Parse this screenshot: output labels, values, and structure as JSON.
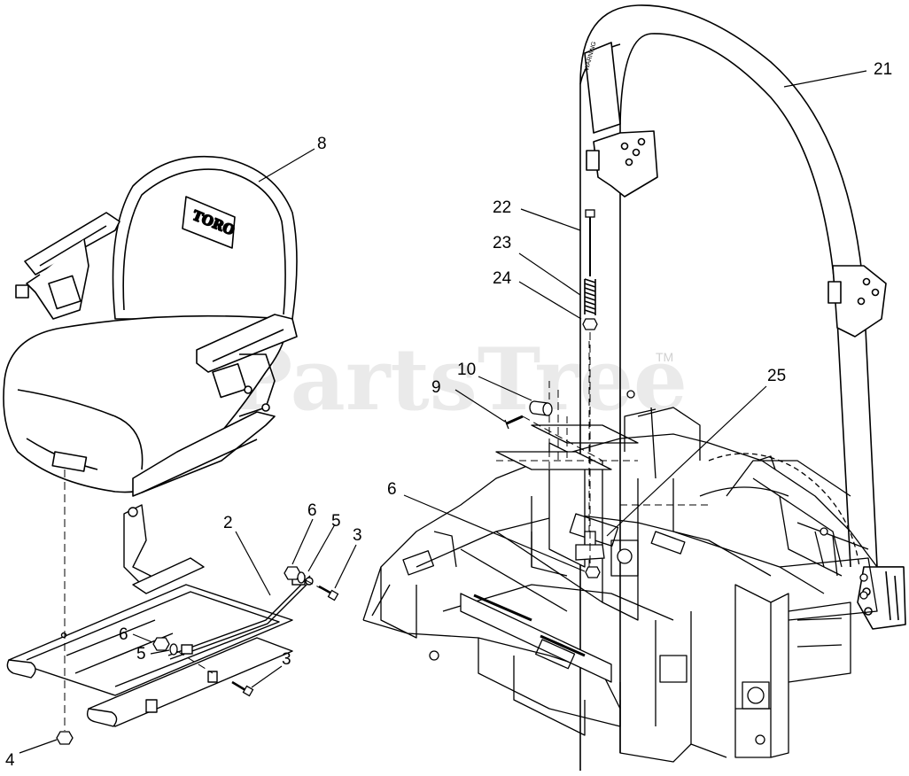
{
  "watermark": {
    "text": "PartsTree",
    "trademark": "TM"
  },
  "seat_logo": "TORO",
  "callouts": [
    {
      "id": "c21",
      "label": "21"
    },
    {
      "id": "c8",
      "label": "8"
    },
    {
      "id": "c22",
      "label": "22"
    },
    {
      "id": "c23",
      "label": "23"
    },
    {
      "id": "c24",
      "label": "24"
    },
    {
      "id": "c10",
      "label": "10"
    },
    {
      "id": "c9",
      "label": "9"
    },
    {
      "id": "c25",
      "label": "25"
    },
    {
      "id": "c6a",
      "label": "6"
    },
    {
      "id": "c2",
      "label": "2"
    },
    {
      "id": "c6b",
      "label": "6"
    },
    {
      "id": "c5a",
      "label": "5"
    },
    {
      "id": "c3a",
      "label": "3"
    },
    {
      "id": "c6c",
      "label": "6"
    },
    {
      "id": "c5b",
      "label": "5"
    },
    {
      "id": "c3b",
      "label": "3"
    },
    {
      "id": "c4",
      "label": "4"
    }
  ]
}
